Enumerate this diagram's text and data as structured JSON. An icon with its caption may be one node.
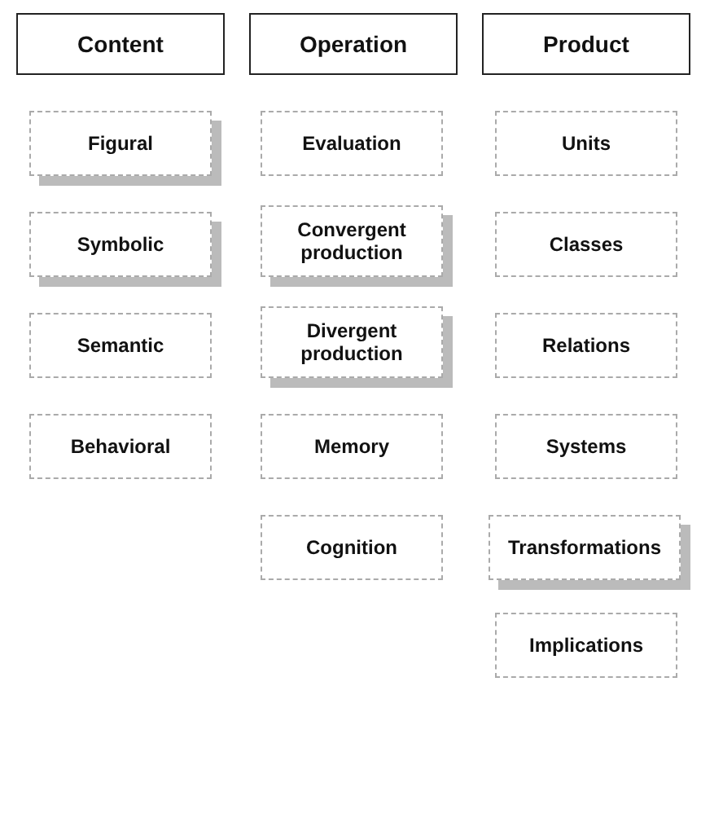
{
  "diagram": {
    "nodes": [
      {
        "text": [
          "Content"
        ]
      },
      {
        "text": [
          "Operation"
        ]
      },
      {
        "text": [
          "Product"
        ]
      },
      {
        "text": [
          "Figural"
        ]
      },
      {
        "text": [
          "Symbolic"
        ]
      },
      {
        "text": [
          "Semantic"
        ]
      },
      {
        "text": [
          "Behavioral"
        ]
      },
      {
        "text": [
          "Evaluation"
        ]
      },
      {
        "text": [
          "Convergent production"
        ]
      },
      {
        "text": [
          "Divergent production"
        ]
      },
      {
        "text": [
          "Memory"
        ]
      },
      {
        "text": [
          "Cognition"
        ]
      },
      {
        "text": [
          "Units"
        ]
      },
      {
        "text": [
          "Classes"
        ]
      },
      {
        "text": [
          "Relations"
        ]
      },
      {
        "text": [
          "Systems"
        ]
      },
      {
        "text": [
          "Transformations"
        ]
      },
      {
        "text": [
          "Implications"
        ]
      }
    ]
  }
}
